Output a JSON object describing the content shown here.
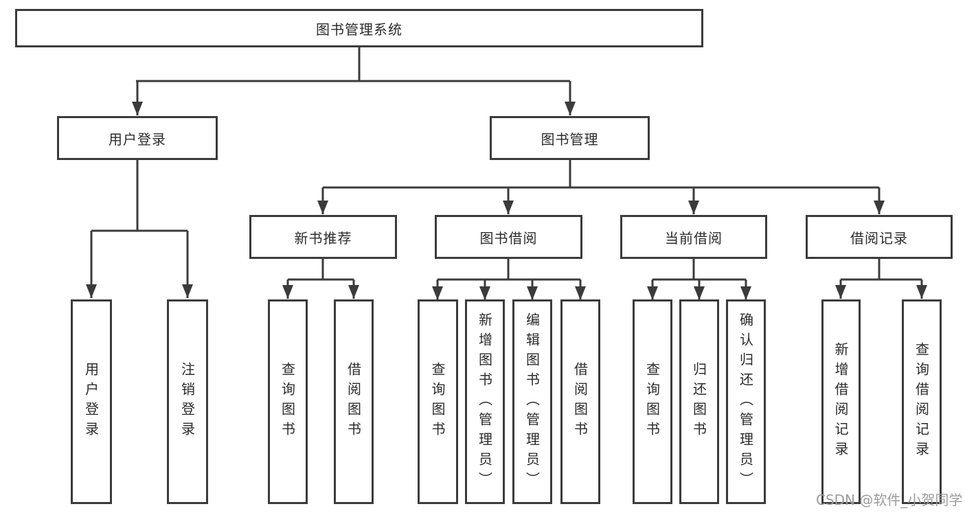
{
  "tree": {
    "root": {
      "label": "图书管理系统"
    },
    "branches": [
      {
        "label": "用户登录",
        "leaves": [
          {
            "label": "用户登录"
          },
          {
            "label": "注销登录"
          }
        ]
      },
      {
        "label": "图书管理",
        "groups": [
          {
            "label": "新书推荐",
            "leaves": [
              {
                "label": "查询图书"
              },
              {
                "label": "借阅图书"
              }
            ]
          },
          {
            "label": "图书借阅",
            "leaves": [
              {
                "label": "查询图书"
              },
              {
                "label": "新增图书（管理员）"
              },
              {
                "label": "编辑图书（管理员）"
              },
              {
                "label": "借阅图书"
              }
            ]
          },
          {
            "label": "当前借阅",
            "leaves": [
              {
                "label": "查询图书"
              },
              {
                "label": "归还图书"
              },
              {
                "label": "确认归还（管理员）"
              }
            ]
          },
          {
            "label": "借阅记录",
            "leaves": [
              {
                "label": "新增借阅记录"
              },
              {
                "label": "查询借阅记录"
              }
            ]
          }
        ]
      }
    ]
  },
  "watermark": {
    "text": "CSDN @软件_小贺同学"
  },
  "colors": {
    "line": "#3b3b3b",
    "text": "#2b2b2b",
    "watermark": "#9b9b9b",
    "background": "#ffffff"
  }
}
